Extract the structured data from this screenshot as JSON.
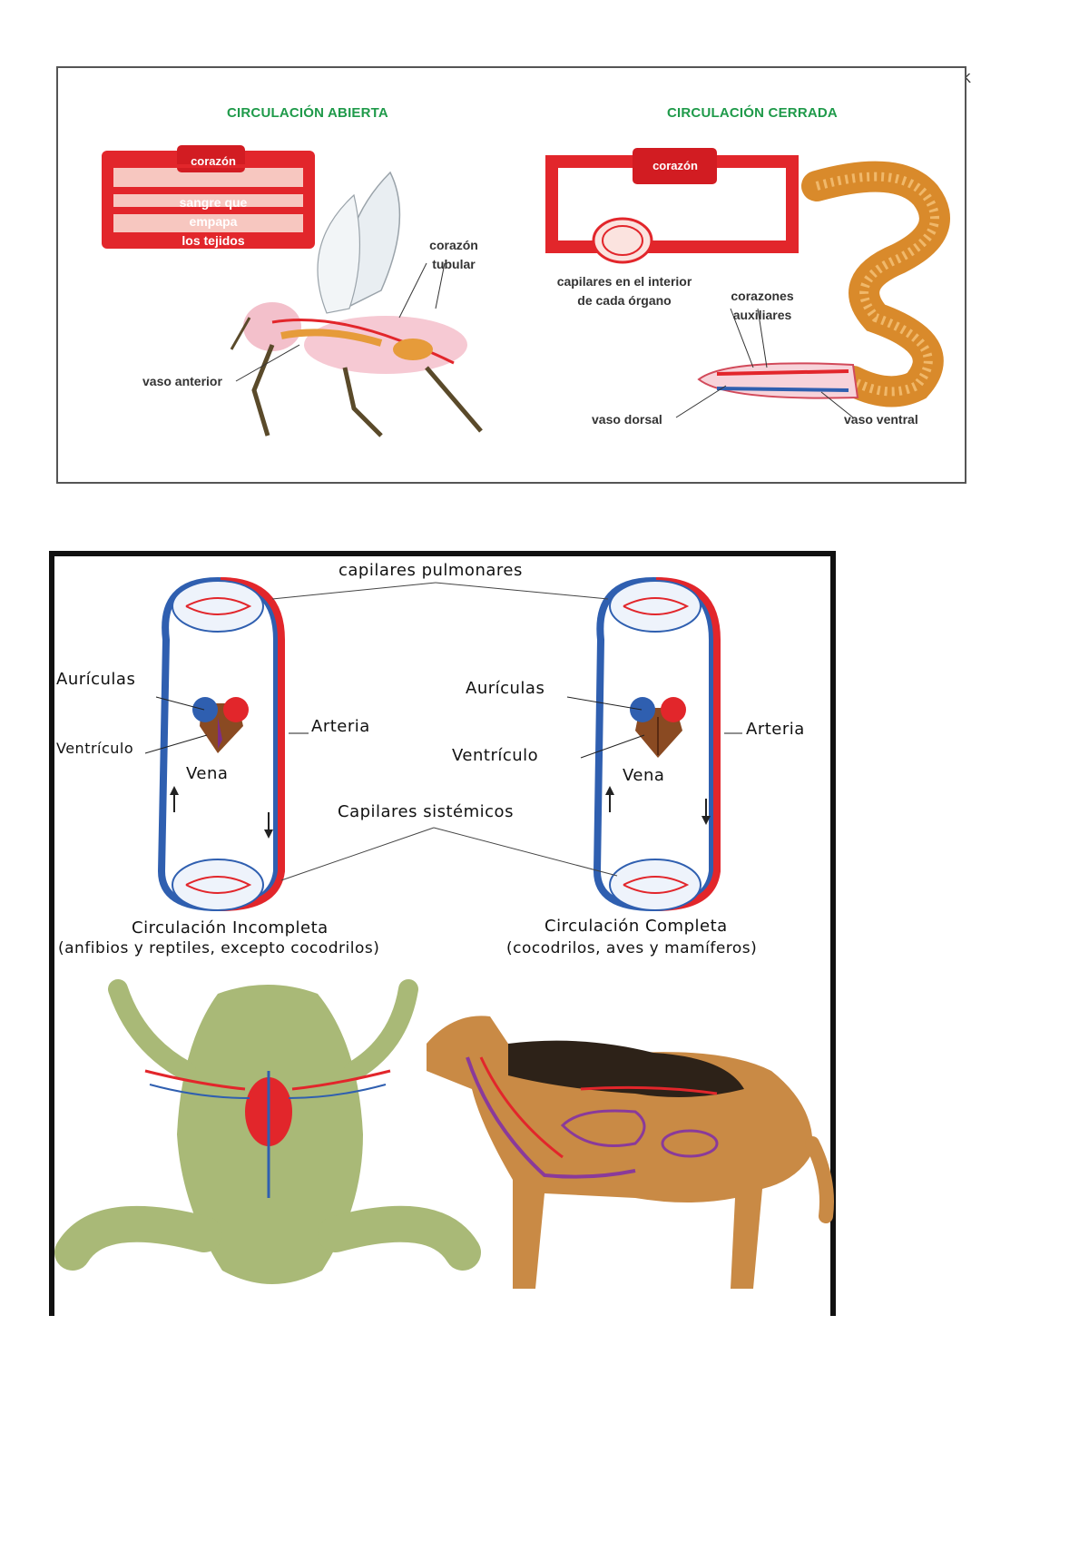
{
  "corner_mark": "K",
  "top_panel": {
    "open": {
      "title": "CIRCULACIÓN ABIERTA",
      "heart_label": "corazón",
      "blood_label": [
        "sangre que",
        "empapa",
        "los tejidos"
      ],
      "tubular_heart": [
        "corazón",
        "tubular"
      ],
      "anterior_vessel": "vaso anterior"
    },
    "closed": {
      "title": "CIRCULACIÓN CERRADA",
      "heart_label": "corazón",
      "capillaries": [
        "capilares en el interior",
        "de cada órgano"
      ],
      "aux_hearts": [
        "corazones",
        "auxiliares"
      ],
      "dorsal": "vaso dorsal",
      "ventral": "vaso ventral"
    }
  },
  "bottom_panel": {
    "pulmonary": "capilares pulmonares",
    "systemic": "Capilares sistémicos",
    "left": {
      "auriculas": "Aurículas",
      "ventriculo": "Ventrículo",
      "arteria": "Arteria",
      "vena": "Vena",
      "caption1": "Circulación Incompleta",
      "caption2": "(anfibios y reptiles, excepto cocodrilos)"
    },
    "right": {
      "auriculas": "Aurículas",
      "ventriculo": "Ventrículo",
      "arteria": "Arteria",
      "vena": "Vena",
      "caption1": "Circulación Completa",
      "caption2": "(cocodrilos, aves y mamíferos)"
    }
  },
  "colors": {
    "title_green": "#1f9a4a",
    "blood_red": "#e2262b",
    "vein_blue": "#2f5fb0",
    "worm_orange": "#d98a2b",
    "frog_green": "#a9b977",
    "dog_tan": "#c98a45"
  }
}
